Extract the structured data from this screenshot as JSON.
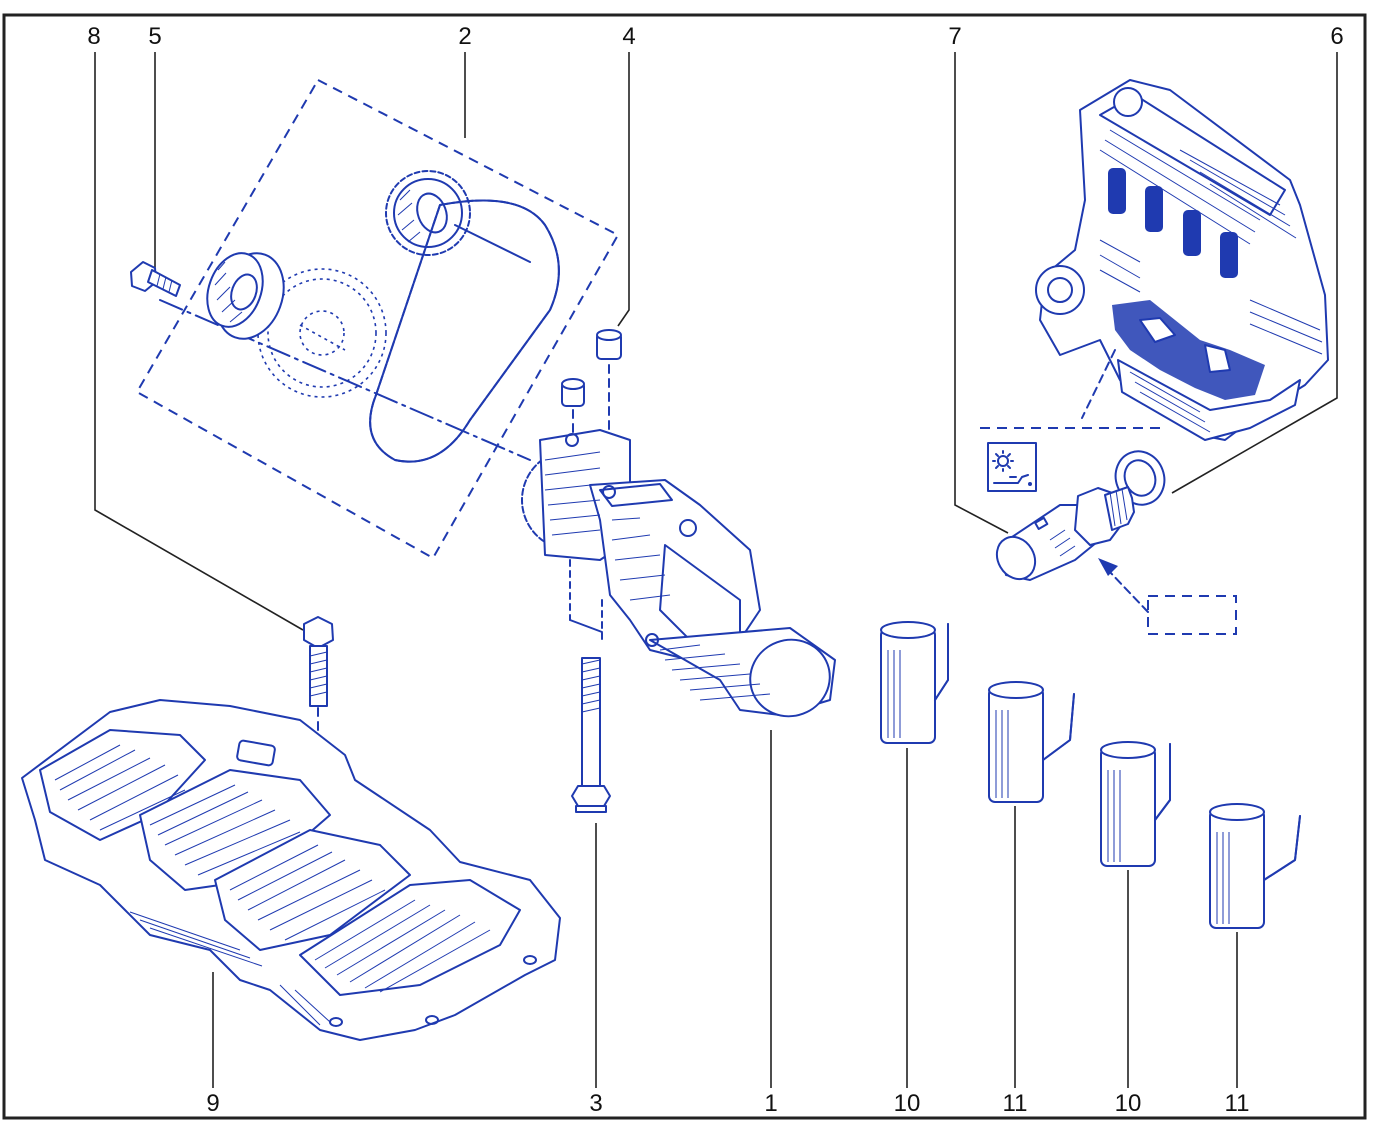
{
  "callouts": {
    "top": [
      "8",
      "5",
      "2",
      "4",
      "7",
      "6"
    ],
    "bottom": [
      "9",
      "3",
      "1",
      "10",
      "11",
      "10",
      "11"
    ]
  },
  "colors": {
    "ink": "#1f3ab0",
    "frame": "#222222",
    "background": "#ffffff"
  },
  "icons": [
    "oil-pressure-warning-icon"
  ]
}
